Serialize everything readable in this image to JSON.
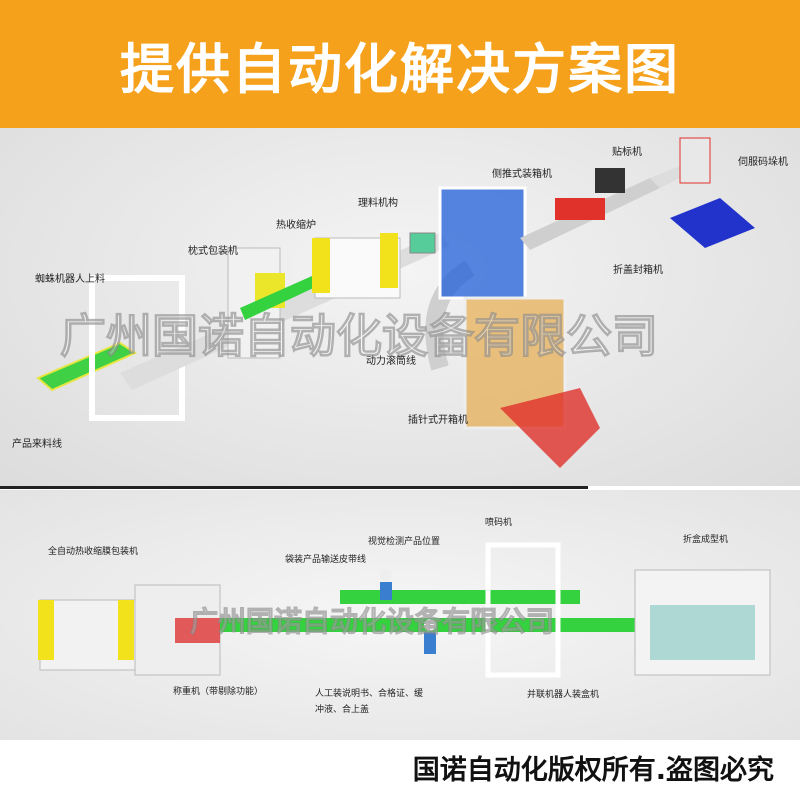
{
  "title": "提供自动化解决方案图",
  "watermark": "广州国诺自动化设备有限公司",
  "top_line": {
    "labels": [
      "蜘蛛机器人上料",
      "产品来料线",
      "枕式包装机",
      "热收缩炉",
      "理料机构",
      "侧推式装箱机",
      "动力滚筒线",
      "插针式开箱机",
      "贴标机",
      "折盖封箱机",
      "伺服码垛机"
    ]
  },
  "bottom_line": {
    "labels": [
      "全自动热收缩膜包装机",
      "袋装产品输送皮带线",
      "视觉检测产品位置",
      "喷码机",
      "折盒成型机",
      "称重机（带剔除功能）",
      "人工装说明书、合格证、缓",
      "冲液、合上盖",
      "并联机器人装盒机"
    ]
  },
  "footer": "国诺自动化版权所有.盗图必究",
  "colors": {
    "header": "#f5a11c",
    "conveyor": "#35d23f",
    "accent_yellow": "#f2e21c",
    "blue": "#1f5fd8",
    "red": "#e0312a"
  }
}
